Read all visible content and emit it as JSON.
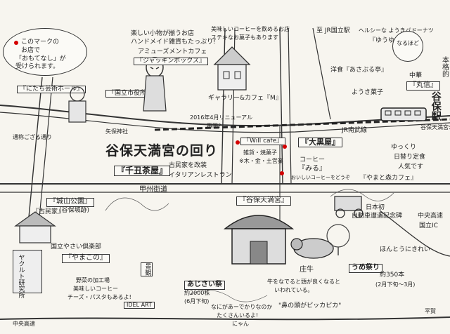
{
  "legend": {
    "line1": "このマークの",
    "line2": "お店で",
    "line3": "「おもてなし」が",
    "line4": "受けられます。"
  },
  "labels": {
    "nitachi_gallery": "『にたち芸術ホール』",
    "kunitachi_yakuba": "『国立市役所』",
    "yaho_shrine_north": "矢保神社",
    "gozaru_street": "通称ござる通り",
    "amusement_kafe": "アミューズメントカフェ",
    "jack_box": "『ジャッキンボックス』",
    "cheap_goods_1": "楽しい小物が揃うお店",
    "cheap_goods_2": "ハンドメイド雑貨もたっぷり!",
    "gogo_cafe_1": "美味しいコーヒーを飲めるお店",
    "gogo_cafe_2": "ステキなお菓子もあります",
    "gallery_cafe": "ギャラリー&カフェ『M』",
    "jr_kunitachi": "至 JR国立駅",
    "yuyu_1": "ヘルシーな ようきパドーナツ",
    "yuyu_2": "『ゆうゆう』",
    "yoshoku": "洋食『あさぶる亭』",
    "bakery": "ようき菓子",
    "chuka": "中華",
    "maruhirou": "『丸信』",
    "honsha_left": "本格的",
    "yaho_station": "谷保駅",
    "jr_nanbu": "JR南武線",
    "yaho_kunitachi_park": "谷保天満宮公園",
    "renewal_note": "2016年4月リニューアル",
    "renewal_open": "再開?",
    "main_title": "谷保天満宮の回り",
    "senmachaya": "『千丑茶屋』",
    "senma_sub1": "古民家を改装",
    "senma_sub2": "イタリアンレストラン",
    "will_cafe": "『Will cafe』",
    "will_sub1": "雑貨・焼菓子",
    "will_sub2": "※木・金・土営業",
    "daikokuya": "『大黒屋』",
    "kohi_miru": "コーヒー",
    "kohi_miru_name": "『みる』",
    "kohi_miru_sub": "おいしいコーヒーをどうぞ",
    "yukkuri_1": "ゆっくり",
    "yukkuri_2": "日替り定食",
    "yukkuri_3": "人気です",
    "yamato_kafe": "『やまと森カフェ』",
    "koshu_kaido": "甲州街道",
    "yaho_tenmangu": "『谷保天満宮』",
    "jouzan_park": "『城山公園』",
    "jouzan_sub": "(谷保城跡)",
    "kominka": "『古民家』",
    "first_car": "日本初",
    "first_car_sub": "自動車遭遇記念碑",
    "chuo_expressway": "中央高速",
    "kunitachi_ic": "国立IC",
    "yasai_club": "国立やさい倶楽部",
    "yasai_koushou": "『やまこの』",
    "yasai_note1": "野菜の加工場",
    "yasai_note2": "美味しいコーヒー",
    "yasai_note3": "チーズ・パスタもあるよ!",
    "yakult": "ヤクルト研究所",
    "keiken": "景観",
    "idel_art": "IDEL ART",
    "hoki": "ほんとうにきれい",
    "ume_matsuri": "うめ祭り",
    "ume_count": "約350本",
    "ume_period": "(2月下旬〜3月)",
    "hoshi_matsuri": "あじさい祭",
    "hoshi_count": "約2000株",
    "hoshi_month": "(6月下旬)",
    "gyuu": "庄牛",
    "gyuu_note1": "牛をなでると頭が良くなると",
    "gyuu_note2": "いわれている。",
    "gyuu_note3": "\"鼻の頭がピッカピカ\"",
    "yakuou_note": "なにがあーでかりなのか",
    "yakuou_note2": "たくさんいるよ!",
    "chuo_bottom": "中央高速",
    "signature": "平賀",
    "naruhodo": "なるほど",
    "nyan": "にゃん"
  },
  "markers": {
    "count": 3
  },
  "icons": [
    "chef-hat-icon",
    "goblin-statue-icon",
    "shrine-icon",
    "ox-statue-icon",
    "train-icon",
    "vintage-car-icon",
    "tree-icon"
  ]
}
